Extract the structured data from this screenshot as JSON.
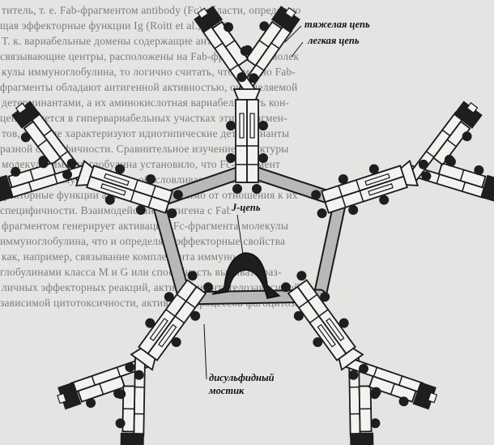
{
  "background_text": [
    "титель, т. е. Fab-фрагментом antibody (Fc) области, определяю",
    "щая эффекторные функции Ig (Roitt et al., 1993).",
    "Т. к. вариабельные домены содержащие антиген-",
    "связывающие центры, расположены на Fab-фрагментах молек",
    "кулы иммуноглобулина, то логично считать, что именно Fab-",
    "фрагменты обладают антигенной активностью, определяемой",
    "детерминантами, а их аминокислотная вариабельность кон-",
    "центрируется в гипервариабельных участках этих фрагмен-",
    "тов, которые характеризуют идиотипические детерминанты",
    "разной специфичности. Сравнительное изучение структуры",
    "молекулы иммуноглобулина установило, что Fc-фрагмент",
    "молекулы иммуноглобулина обусловливает различные эф-",
    "фекторные функции антитела, независимо от отношения к их",
    "специфичности. Взаимодействие антигена с Fab-",
    "фрагментом генерирует активацию Fc-фрагмента молекулы",
    "иммуноглобулина, что и определяет эффекторные свойства",
    "как, например, связывание комплемента иммуно-",
    "глобулинами класса М и G или способность вызывать раз-",
    "личных эффекторных реакций, активации антителозависимой",
    "зависимой цитотоксичности, активация процессов фагоцитоза"
  ],
  "labels": {
    "heavy_chain": "тяжелая цепь",
    "light_chain": "легкая цепь",
    "j_chain": "J-цепь",
    "disulfide_bridge_line1": "дисульфидный",
    "disulfide_bridge_line2": "мостик"
  },
  "colors": {
    "background": "#e4e4e2",
    "chain_fill": "#f2f2f0",
    "chain_stroke": "#1a1a1a",
    "dark": "#1e1e1e",
    "connector": "#b8b8b6"
  }
}
